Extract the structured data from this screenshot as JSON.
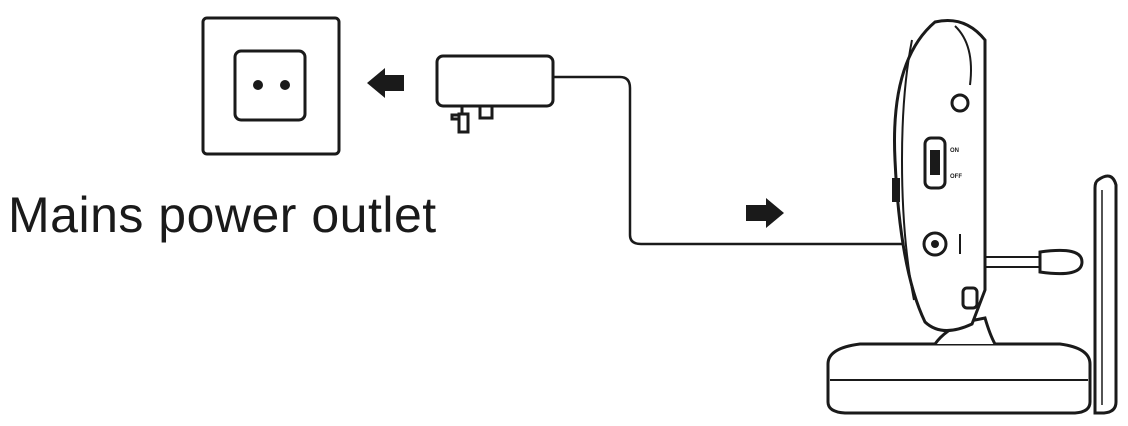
{
  "caption": "Mains power outlet",
  "camera_switch": {
    "on_label": "ON",
    "off_label": "OFF"
  },
  "icons": [
    "wall-socket-icon",
    "power-adapter-icon",
    "arrow-left-icon",
    "arrow-right-icon",
    "camera-icon"
  ],
  "colors": {
    "line": "#1a1a1a",
    "background": "#ffffff"
  }
}
